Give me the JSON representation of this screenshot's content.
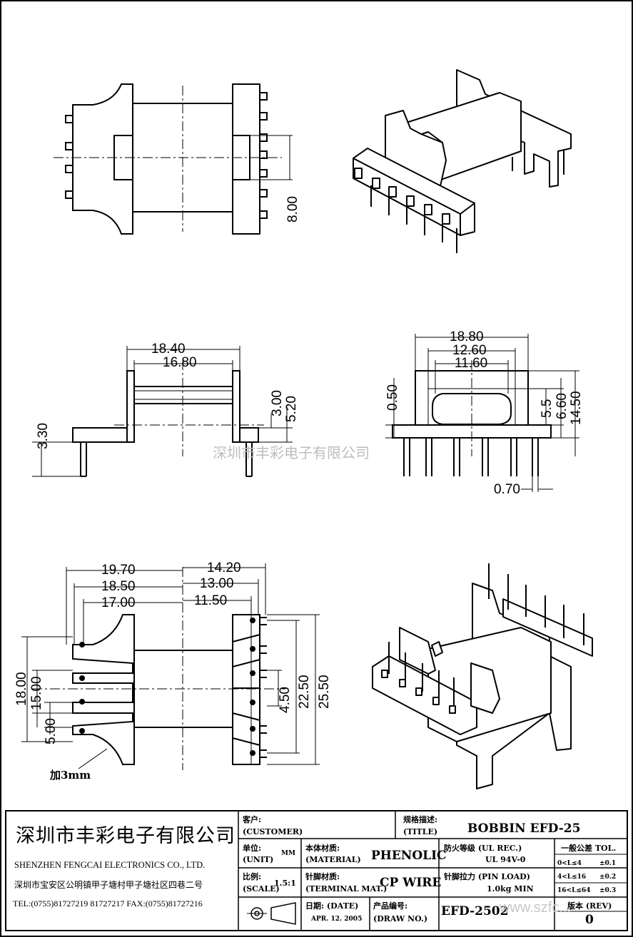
{
  "drawing": {
    "top_view": {
      "dim_height": "8.00"
    },
    "side_view": {
      "dim_width_outer": "18.40",
      "dim_width_inner": "16.80",
      "dim_h1": "3.00",
      "dim_h2": "5.20",
      "dim_pin": "3.30"
    },
    "front_view": {
      "dim_w1": "18.80",
      "dim_w2": "12.60",
      "dim_w3": "11.60",
      "dim_left": "0.50",
      "dim_h1": "5.5",
      "dim_h2": "6.60",
      "dim_h3": "14.50",
      "dim_pin": "0.70"
    },
    "bottom_view": {
      "dim_a": "19.70",
      "dim_b": "18.50",
      "dim_c": "17.00",
      "dim_d": "14.20",
      "dim_e": "13.00",
      "dim_f": "11.50",
      "dim_left1": "18.00",
      "dim_left2": "15.00",
      "dim_left3": "5.00",
      "dim_right1": "4.50",
      "dim_right2": "22.50",
      "dim_right3": "25.50",
      "note": "加3mm"
    },
    "watermark": "深圳市丰彩电子有限公司"
  },
  "title_block": {
    "company_cn": "深圳市丰彩电子有限公司",
    "company_en": "SHENZHEN FENGCAI ELECTRONICS CO., LTD.",
    "address": "深圳市宝安区公明镇甲子塘村甲子塘社区四巷二号",
    "contact": "TEL:(0755)81727219  81727217   FAX:(0755)81727216",
    "customer_label_cn": "客户:",
    "customer_label_en": "(CUSTOMER)",
    "title_label_cn": "规格描述:",
    "title_label_en": "(TITLE)",
    "title_value": "BOBBIN EFD-25",
    "unit_label_cn": "单位:",
    "unit_label_en": "(UNIT)",
    "unit_value": "MM",
    "material_label_cn": "本体材质:",
    "material_label_en": "(MATERIAL)",
    "material_value": "PHENOLIC",
    "ul_label": "防火等级 (UL REC.)",
    "ul_value": "UL 94V-0",
    "tol_label": "一般公差 TOL.",
    "tol_rows": [
      {
        "range": "0<L≤4",
        "value": "±0.1"
      },
      {
        "range": "4<L≤16",
        "value": "±0.2"
      },
      {
        "range": "16<L≤64",
        "value": "±0.3"
      }
    ],
    "scale_label_cn": "比例:",
    "scale_label_en": "(SCALE)",
    "scale_value": "1.5:1",
    "terminal_label_cn": "针脚材质:",
    "terminal_label_en": "(TERMINAL MAT.)",
    "terminal_value": "CP WIRE",
    "pinload_label": "针脚拉力 (PIN LOAD)",
    "pinload_value": "1.0kg MIN",
    "date_label": "日期: (DATE)",
    "date_value": "APR. 12. 2005",
    "drawno_label_cn": "产品编号:",
    "drawno_label_en": "(DRAW NO.)",
    "drawno_value": "EFD-2502",
    "rev_label": "版本 (REV)",
    "rev_value": "0",
    "site_watermark": "www.szfc..."
  }
}
